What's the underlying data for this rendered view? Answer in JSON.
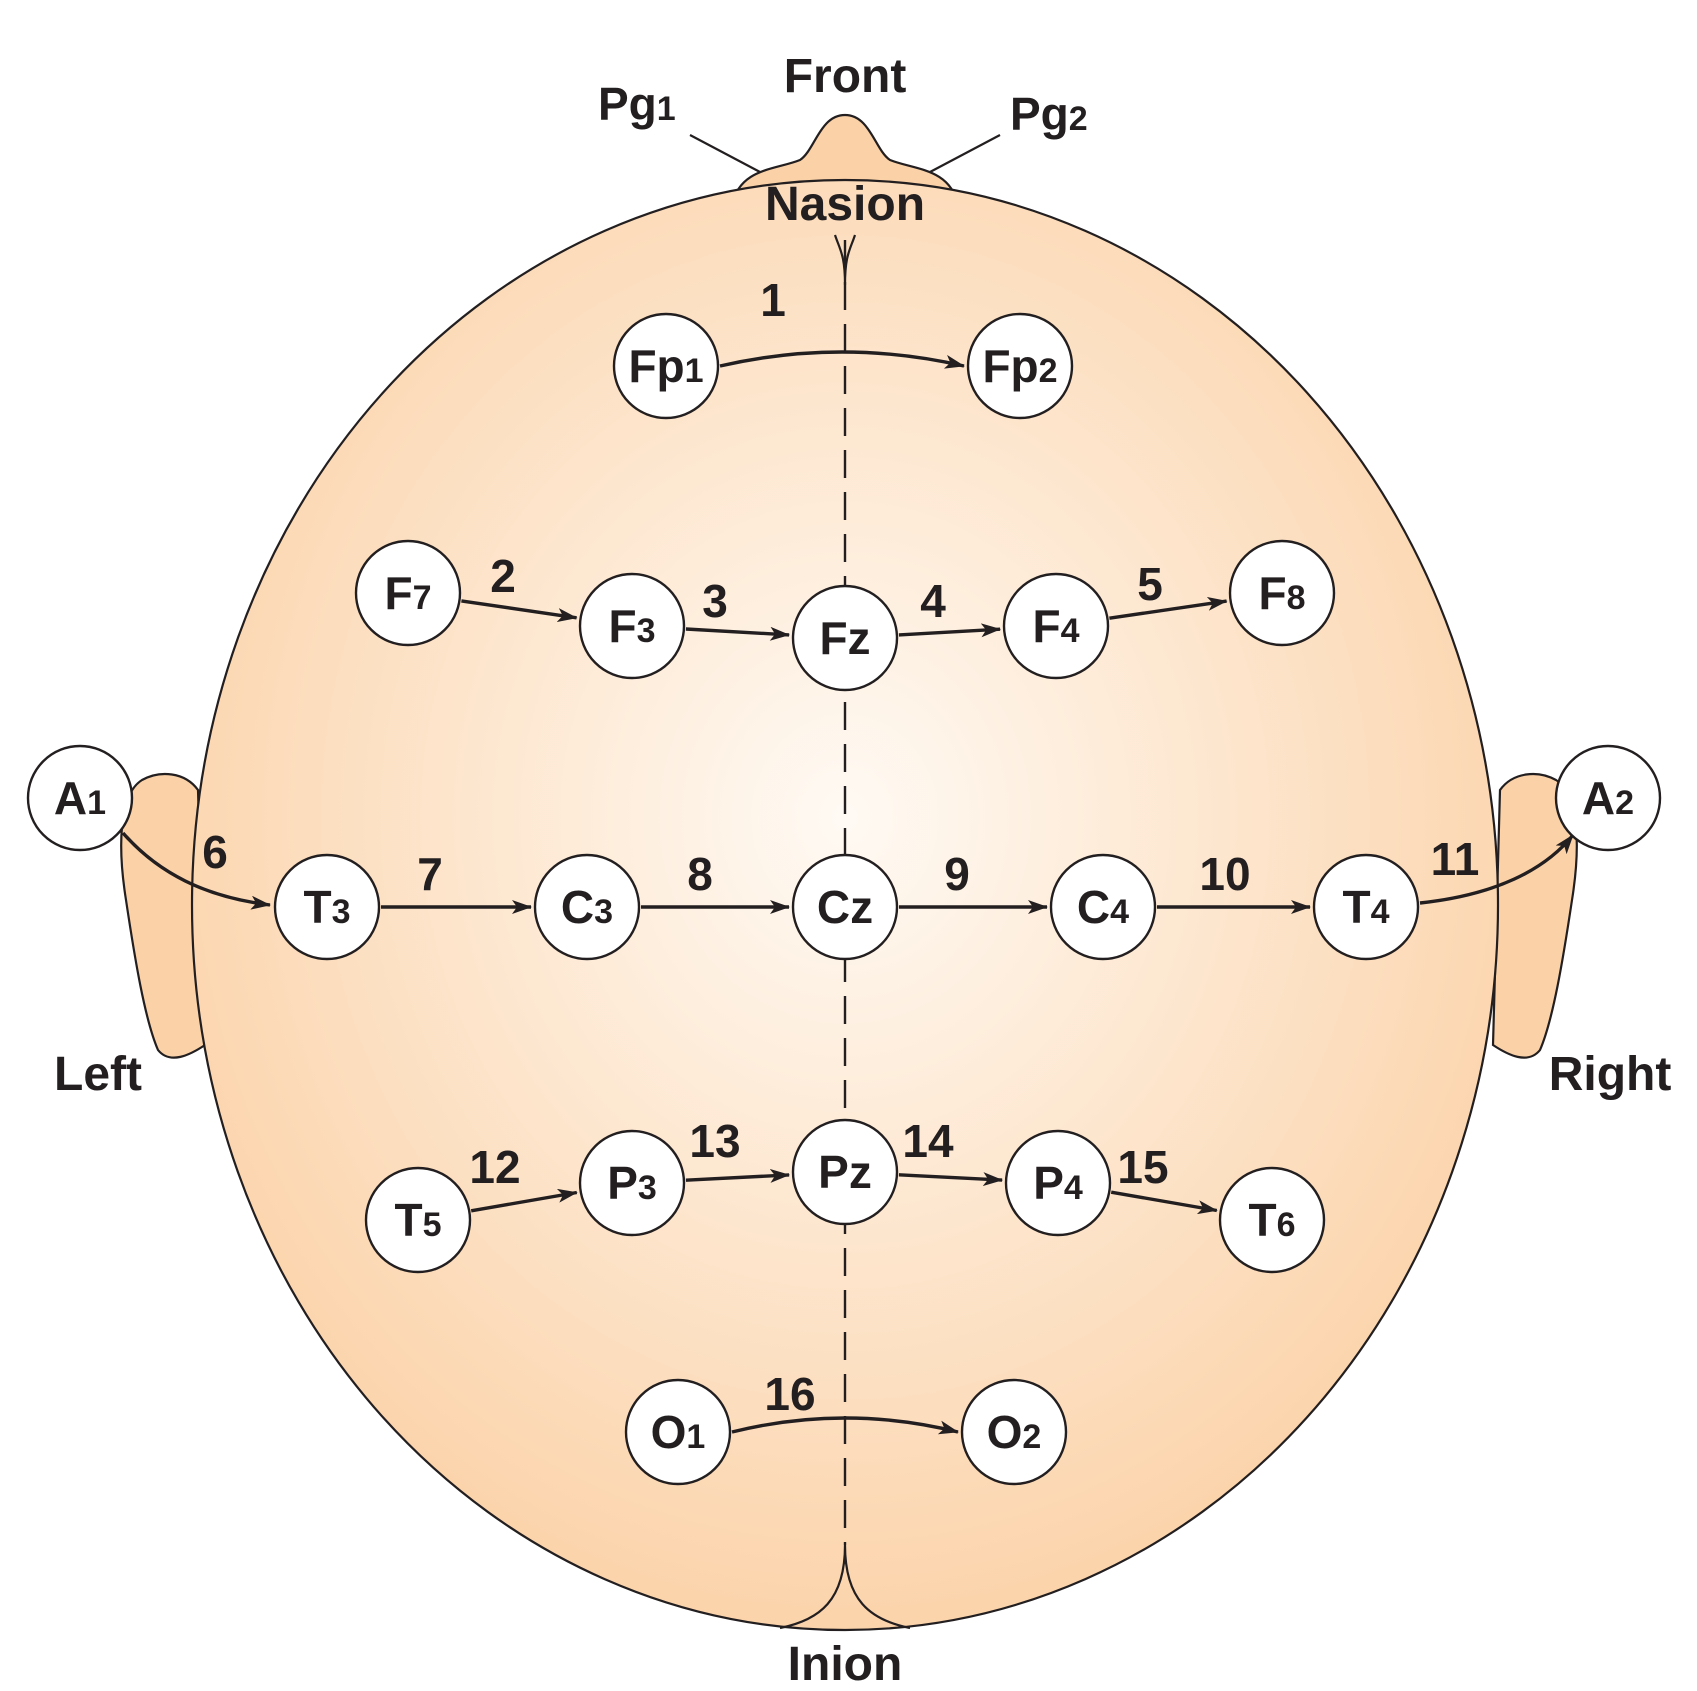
{
  "colors": {
    "skin_light": "#fffaf4",
    "skin_dark": "#fbd2a8",
    "outline": "#231f20",
    "electrode_fill": "#ffffff"
  },
  "labels": {
    "front": "Front",
    "nasion": "Nasion",
    "inion": "Inion",
    "left": "Left",
    "right": "Right",
    "pg1": {
      "main": "Pg",
      "sub": "1"
    },
    "pg2": {
      "main": "Pg",
      "sub": "2"
    }
  },
  "electrodes": [
    {
      "id": "a1",
      "main": "A",
      "sub": "1"
    },
    {
      "id": "a2",
      "main": "A",
      "sub": "2"
    },
    {
      "id": "fp1",
      "main": "Fp",
      "sub": "1"
    },
    {
      "id": "fp2",
      "main": "Fp",
      "sub": "2"
    },
    {
      "id": "f7",
      "main": "F",
      "sub": "7"
    },
    {
      "id": "f3",
      "main": "F",
      "sub": "3"
    },
    {
      "id": "fz",
      "main": "Fz",
      "sub": ""
    },
    {
      "id": "f4",
      "main": "F",
      "sub": "4"
    },
    {
      "id": "f8",
      "main": "F",
      "sub": "8"
    },
    {
      "id": "t3",
      "main": "T",
      "sub": "3"
    },
    {
      "id": "c3",
      "main": "C",
      "sub": "3"
    },
    {
      "id": "cz",
      "main": "Cz",
      "sub": ""
    },
    {
      "id": "c4",
      "main": "C",
      "sub": "4"
    },
    {
      "id": "t4",
      "main": "T",
      "sub": "4"
    },
    {
      "id": "t5",
      "main": "T",
      "sub": "5"
    },
    {
      "id": "p3",
      "main": "P",
      "sub": "3"
    },
    {
      "id": "pz",
      "main": "Pz",
      "sub": ""
    },
    {
      "id": "p4",
      "main": "P",
      "sub": "4"
    },
    {
      "id": "t6",
      "main": "T",
      "sub": "6"
    },
    {
      "id": "o1",
      "main": "O",
      "sub": "1"
    },
    {
      "id": "o2",
      "main": "O",
      "sub": "2"
    }
  ],
  "connections": [
    {
      "label": "1",
      "from": "fp1",
      "to": "fp2"
    },
    {
      "label": "2",
      "from": "f7",
      "to": "f3"
    },
    {
      "label": "3",
      "from": "f3",
      "to": "fz"
    },
    {
      "label": "4",
      "from": "fz",
      "to": "f4"
    },
    {
      "label": "5",
      "from": "f4",
      "to": "f8"
    },
    {
      "label": "6",
      "from": "a1",
      "to": "t3"
    },
    {
      "label": "7",
      "from": "t3",
      "to": "c3"
    },
    {
      "label": "8",
      "from": "c3",
      "to": "cz"
    },
    {
      "label": "9",
      "from": "cz",
      "to": "c4"
    },
    {
      "label": "10",
      "from": "c4",
      "to": "t4"
    },
    {
      "label": "11",
      "from": "t4",
      "to": "a2"
    },
    {
      "label": "12",
      "from": "t5",
      "to": "p3"
    },
    {
      "label": "13",
      "from": "p3",
      "to": "pz"
    },
    {
      "label": "14",
      "from": "pz",
      "to": "p4"
    },
    {
      "label": "15",
      "from": "p4",
      "to": "t6"
    },
    {
      "label": "16",
      "from": "o1",
      "to": "o2"
    }
  ]
}
